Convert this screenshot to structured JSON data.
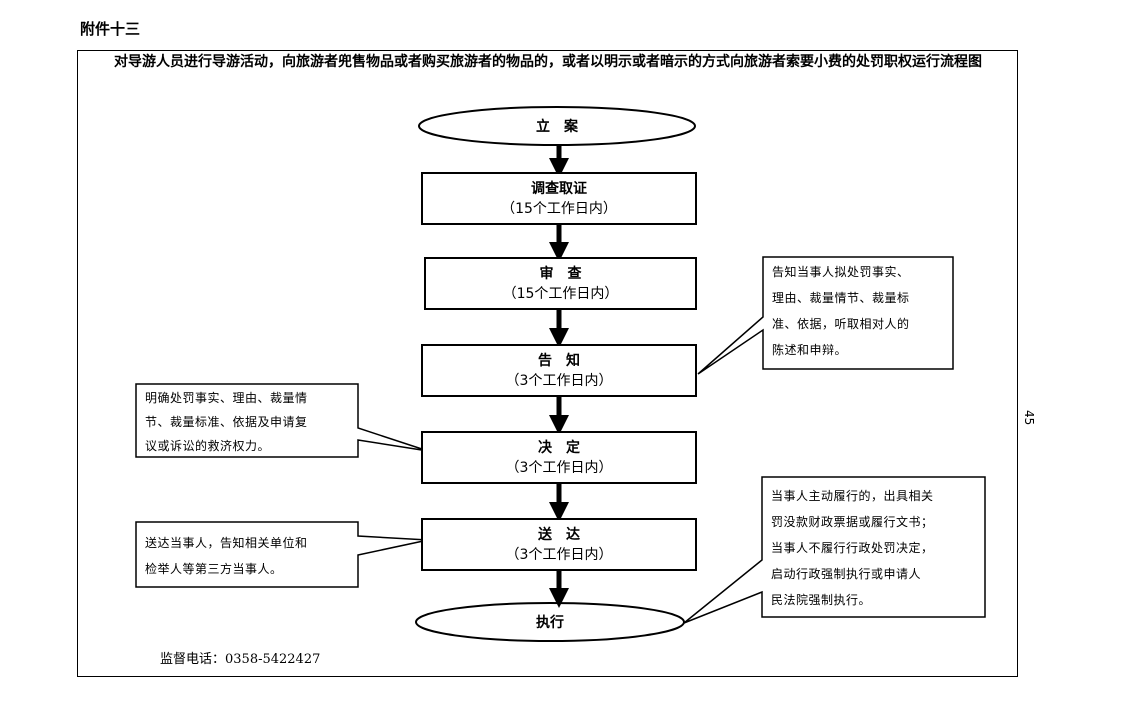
{
  "attachment_label": "附件十三",
  "title": "对导游人员进行导游活动，向旅游者兜售物品或者购买旅游者的物品的，或者以明示或者暗示的方式向旅游者索要小费的处罚职权运行流程图",
  "start": "立　案",
  "steps": [
    {
      "name": "调查取证",
      "duration": "（15个工作日内）"
    },
    {
      "name": "审　查",
      "duration": "（15个工作日内）"
    },
    {
      "name": "告　知",
      "duration": "（3个工作日内）"
    },
    {
      "name": "决　定",
      "duration": "（3个工作日内）"
    },
    {
      "name": "送　达",
      "duration": "（3个工作日内）"
    }
  ],
  "end": "执行",
  "callouts": {
    "notice": [
      "告知当事人拟处罚事实、",
      "理由、裁量情节、裁量标",
      "准、依据，听取相对人的",
      "陈述和申辩。"
    ],
    "decision": [
      "明确处罚事实、理由、裁量情",
      "节、裁量标准、依据及申请复",
      "议或诉讼的救济权力。"
    ],
    "delivery": [
      "送达当事人，告知相关单位和",
      "检举人等第三方当事人。"
    ],
    "execution": [
      "当事人主动履行的，出具相关",
      "罚没款财政票据或履行文书；",
      "当事人不履行行政处罚决定，",
      "启动行政强制执行或申请人",
      "民法院强制执行。"
    ]
  },
  "supervision_phone": "监督电话：0358-5422427",
  "page_number": "45"
}
